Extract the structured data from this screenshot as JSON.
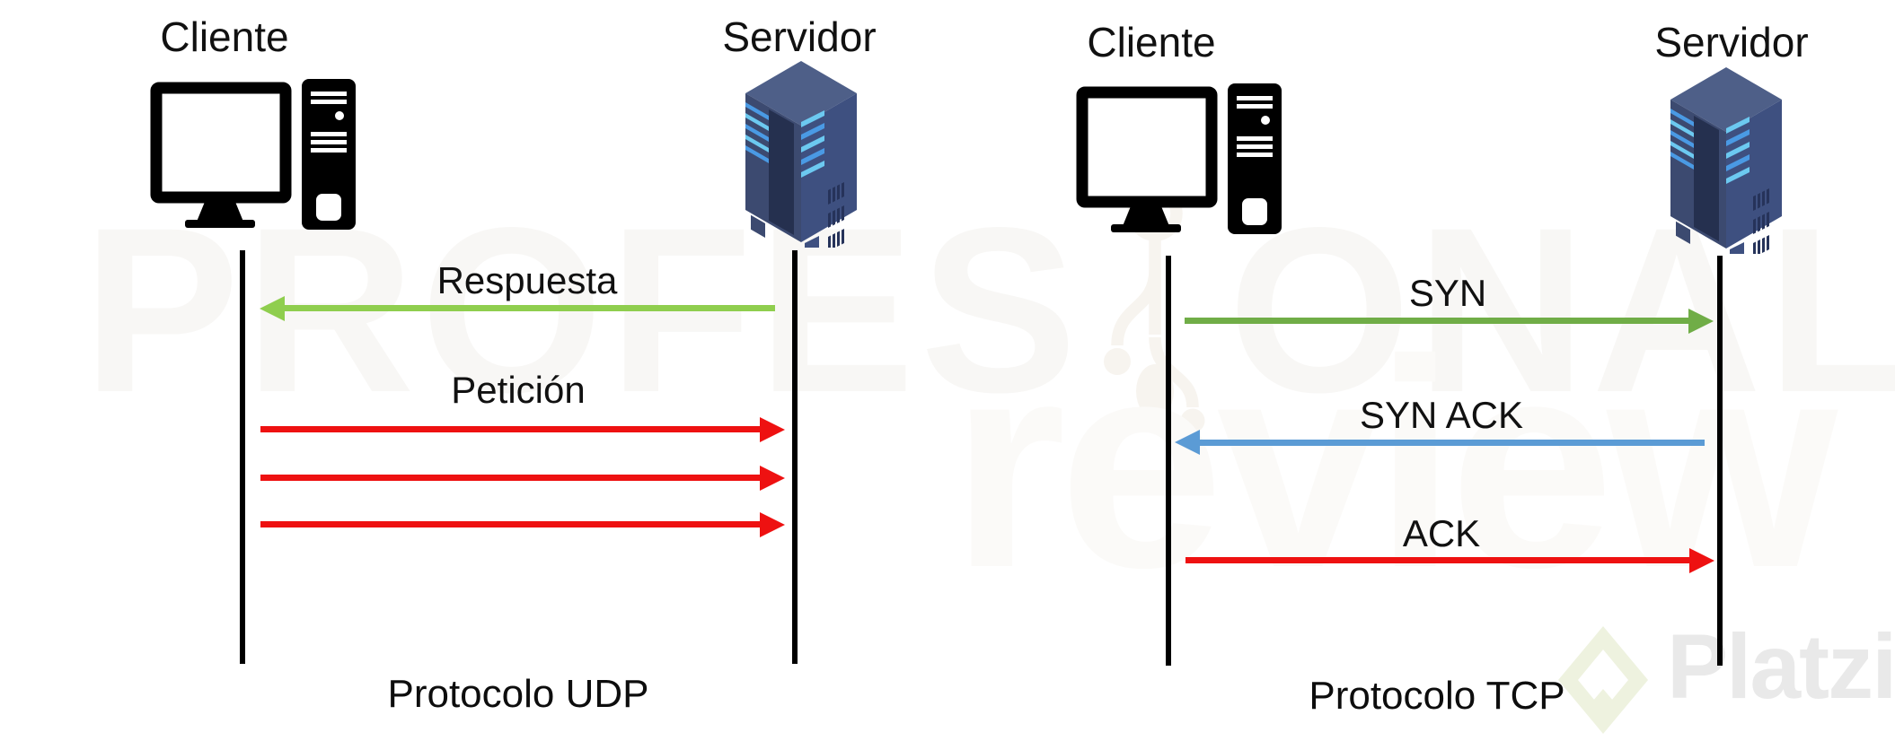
{
  "udp": {
    "title": "Protocolo UDP",
    "client_label": "Cliente",
    "server_label": "Servidor",
    "messages": [
      {
        "label": "Respuesta",
        "direction": "server-to-client",
        "color": "#8fce4e",
        "arrow_count": 1
      },
      {
        "label": "Petición",
        "direction": "client-to-server",
        "color": "#ee1111",
        "arrow_count": 3
      }
    ]
  },
  "tcp": {
    "title": "Protocolo TCP",
    "client_label": "Cliente",
    "server_label": "Servidor",
    "messages": [
      {
        "label": "SYN",
        "direction": "client-to-server",
        "color": "#70ad47",
        "arrow_count": 1
      },
      {
        "label": "SYN ACK",
        "direction": "server-to-client",
        "color": "#5b9bd5",
        "arrow_count": 1
      },
      {
        "label": "ACK",
        "direction": "client-to-server",
        "color": "#ee1111",
        "arrow_count": 1
      }
    ]
  },
  "watermarks": {
    "brand_part1": "PROFES",
    "brand_part2": "ONAL",
    "brand_script": "review",
    "platzi": "Platzi"
  },
  "colors": {
    "udp_response_green": "#8fce4e",
    "tcp_syn_green": "#70ad47",
    "syn_ack_blue": "#5b9bd5",
    "request_ack_red": "#ee1111",
    "lifeline_black": "#000000",
    "server_body_blue": "#3e5080",
    "watermark_gray": "#f8f7f5",
    "platzi_gray": "#e9e9e9",
    "platzi_green": "#eef2df"
  }
}
